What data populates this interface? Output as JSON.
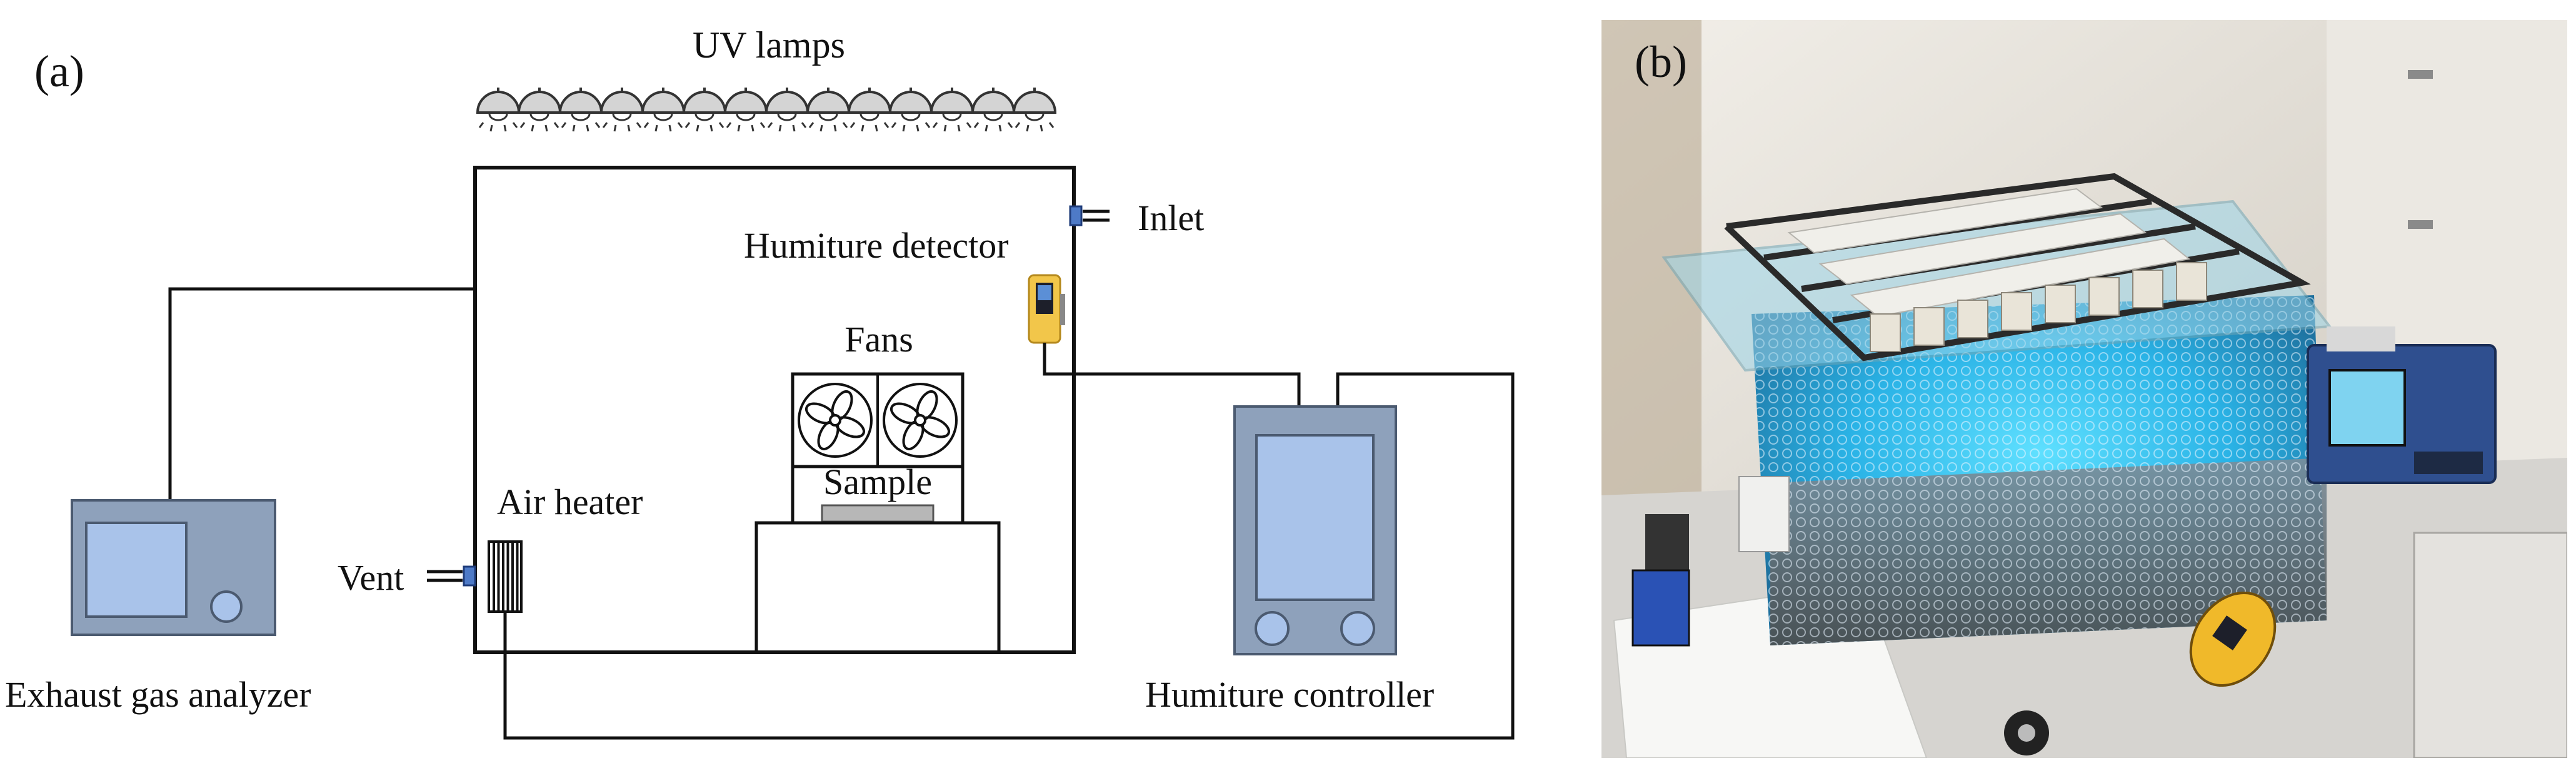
{
  "panel_a": {
    "panel_label": "(a)",
    "uv_lamps_label": "UV lamps",
    "inlet_label": "Inlet",
    "humiture_detector_label": "Humiture detector",
    "fans_label": "Fans",
    "sample_label": "Sample",
    "air_heater_label": "Air heater",
    "vent_label": "Vent",
    "exhaust_gas_analyzer_label": "Exhaust gas analyzer",
    "humiture_controller_label": "Humiture controller"
  },
  "panel_b": {
    "panel_label": "(b)"
  },
  "colors": {
    "line": "#111111",
    "device_fill": "#8ea1bb",
    "screen_fill": "#a9c3ea",
    "detector_yellow": "#f2c64a",
    "lamp_grey": "#d4d4d4",
    "uv_glow": "#34b9e8"
  }
}
